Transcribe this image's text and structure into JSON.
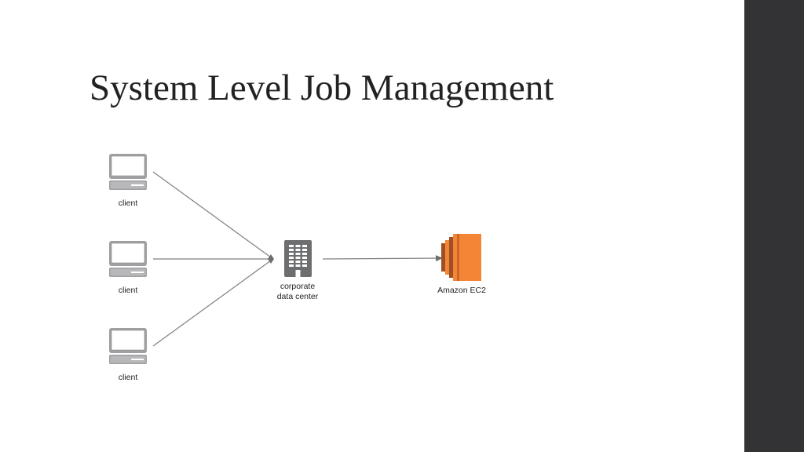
{
  "title": "System Level Job Management",
  "nodes": {
    "clients": [
      {
        "label": "client"
      },
      {
        "label": "client"
      },
      {
        "label": "client"
      }
    ],
    "data_center": {
      "label_line1": "corporate",
      "label_line2": "data center"
    },
    "ec2": {
      "label": "Amazon EC2"
    }
  },
  "edges": [
    {
      "from": "client-1",
      "to": "corporate data center"
    },
    {
      "from": "client-2",
      "to": "corporate data center"
    },
    {
      "from": "client-3",
      "to": "corporate data center"
    },
    {
      "from": "corporate data center",
      "to": "Amazon EC2"
    }
  ],
  "colors": {
    "sidebar": "#333335",
    "ec2_orange": "#f58536",
    "ec2_dark": "#9d5025",
    "server_gray": "#6d6e70",
    "line": "#7f7f7f"
  },
  "icons": {
    "client": "laptop-icon",
    "data_center": "server-rack-icon",
    "ec2": "amazon-ec2-icon"
  }
}
